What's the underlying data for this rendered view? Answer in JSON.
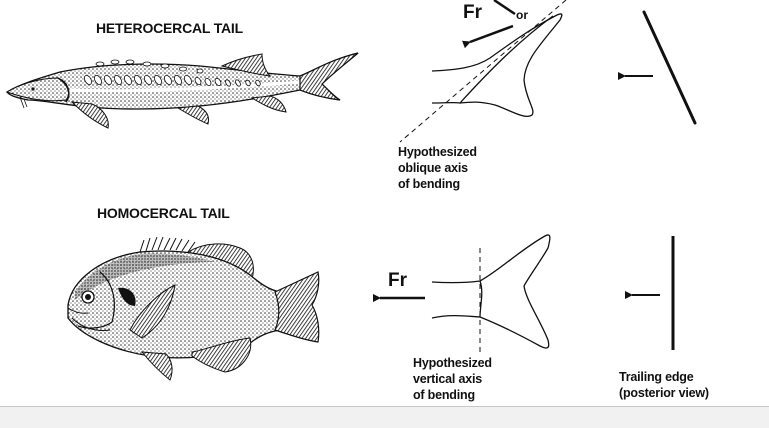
{
  "figure": {
    "heterocercal": {
      "title": "HETEROCERCAL TAIL",
      "fish": "sturgeon-illustration",
      "force_label": "Fr",
      "or_label": "or",
      "axis_label": "Hypothesized\noblique axis\nof bending",
      "trailing_edge_orientation": "oblique"
    },
    "homocercal": {
      "title": "HOMOCERCAL TAIL",
      "fish": "sunfish-illustration",
      "force_label": "Fr",
      "axis_label": "Hypothesized\nvertical axis\nof bending",
      "trailing_edge_orientation": "vertical",
      "trailing_edge_label": "Trailing edge\n(posterior view)"
    },
    "colors": {
      "ink": "#111111",
      "background": "#ffffff",
      "bottom_bar": "#f1f1f1"
    }
  }
}
